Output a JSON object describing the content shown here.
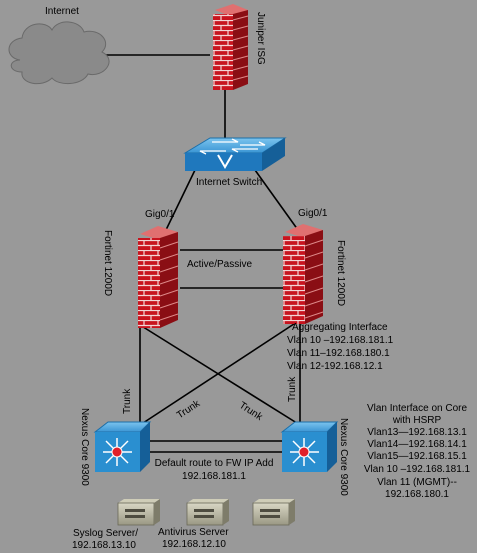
{
  "labels": {
    "internet": "Internet",
    "juniper": "Juniper ISG",
    "internet_switch": "Internet Switch",
    "gig_left": "Gig0/1",
    "gig_right": "Gig0/1",
    "fortinet_left": "Fortinet 1200D",
    "fortinet_right": "Fortinet 1200D",
    "active_passive": "Active/Passive",
    "aggregating": {
      "title": "Aggregating Interface",
      "lines": [
        "Vlan 10 –192.168.181.1",
        "Vlan 11–192.168.180.1",
        "Vlan 12-192.168.12.1"
      ]
    },
    "trunk": "Trunk",
    "nexus_left": "Nexus Core 9300",
    "nexus_right": "Nexus Core 9300",
    "default_route": [
      "Default route to FW IP Add",
      "192.168.181.1"
    ],
    "vlan_core": {
      "lines": [
        "Vlan Interface on Core",
        "with HSRP",
        "Vlan13—192.168.13.1",
        "Vlan14—192.168.14.1",
        "Vlan15—192.168.15.1",
        "Vlan 10  –192.168.181.1",
        "Vlan 11 (MGMT)--",
        "192.168.180.1"
      ]
    },
    "syslog": [
      "Syslog Server/",
      "192.168.13.10"
    ],
    "antivirus": [
      "Antivirus Server",
      "192.168.12.10"
    ]
  },
  "colors": {
    "background": "#999999",
    "firewall_red": "#c8141e",
    "switch_blue": "#2a8fd0",
    "server_gray": "#8a8a78"
  }
}
